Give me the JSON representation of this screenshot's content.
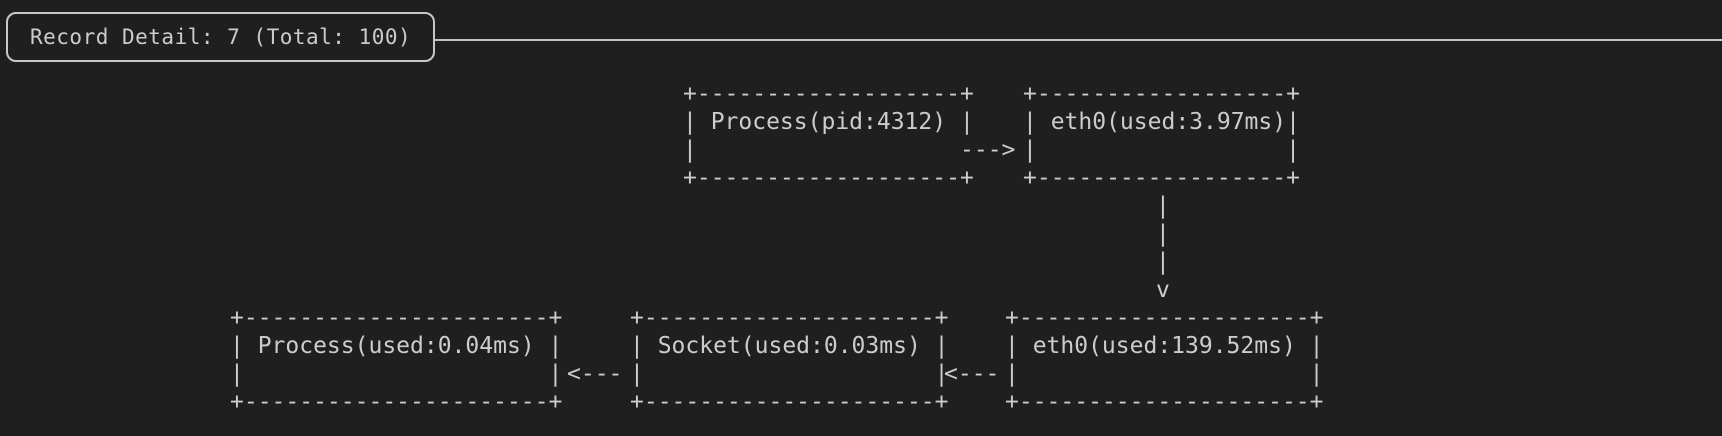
{
  "panel": {
    "title": "Record Detail: 7 (Total: 100)",
    "record_number": "7",
    "total_records": "100"
  },
  "colors": {
    "background": "#1f1f1f",
    "foreground": "#cccccc",
    "border": "#c8c8c8"
  },
  "diagram": {
    "nodes": [
      {
        "id": "process-pid",
        "label": "Process(pid:4312)",
        "ascii": "+-------------------+\n| Process(pid:4312) |\n|\n+-------------------+"
      },
      {
        "id": "eth0-ingress",
        "label": "eth0(used:3.97ms)",
        "ascii": "+------------------+\n| eth0(used:3.97ms)|\n|                  |\n+------------------+"
      },
      {
        "id": "process-used",
        "label": "Process(used:0.04ms)",
        "ascii": "+----------------------+\n| Process(used:0.04ms) |\n|                      |\n+----------------------+"
      },
      {
        "id": "socket-used",
        "label": "Socket(used:0.03ms)",
        "ascii": "+---------------------+\n| Socket(used:0.03ms) |\n|                     |\n+---------------------+"
      },
      {
        "id": "eth0-egress",
        "label": "eth0(used:139.52ms)",
        "ascii": "+---------------------+\n| eth0(used:139.52ms) |\n|                     |\n+---------------------+"
      }
    ],
    "arrows": [
      {
        "id": "process-to-eth0",
        "direction": "right",
        "glyph": "--->"
      },
      {
        "id": "eth0-down",
        "direction": "down",
        "glyph": "|\n|\n|\nv"
      },
      {
        "id": "socket-to-process",
        "direction": "left",
        "glyph": "<---"
      },
      {
        "id": "eth0-to-socket",
        "direction": "left",
        "glyph": "<---"
      }
    ]
  }
}
